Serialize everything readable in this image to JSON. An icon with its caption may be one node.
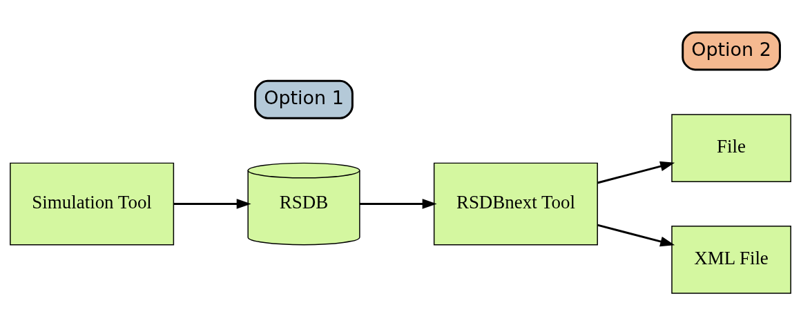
{
  "diagram": {
    "nodes": [
      {
        "text": [
          "Simulation Tool"
        ]
      },
      {
        "text": [
          "Option 1"
        ]
      },
      {
        "text": [
          "RSDB"
        ]
      },
      {
        "text": [
          "RSDBnext Tool"
        ]
      },
      {
        "text": [
          "File"
        ]
      },
      {
        "text": [
          "XML File"
        ]
      },
      {
        "text": [
          "Option 2"
        ]
      }
    ],
    "edges": [
      {
        "from": 0,
        "to": 2,
        "arrow": "to"
      },
      {
        "from": 2,
        "to": 3,
        "arrow": "to"
      },
      {
        "from": 3,
        "to": 4,
        "arrow": "to"
      },
      {
        "from": 3,
        "to": 5,
        "arrow": "to"
      }
    ]
  }
}
